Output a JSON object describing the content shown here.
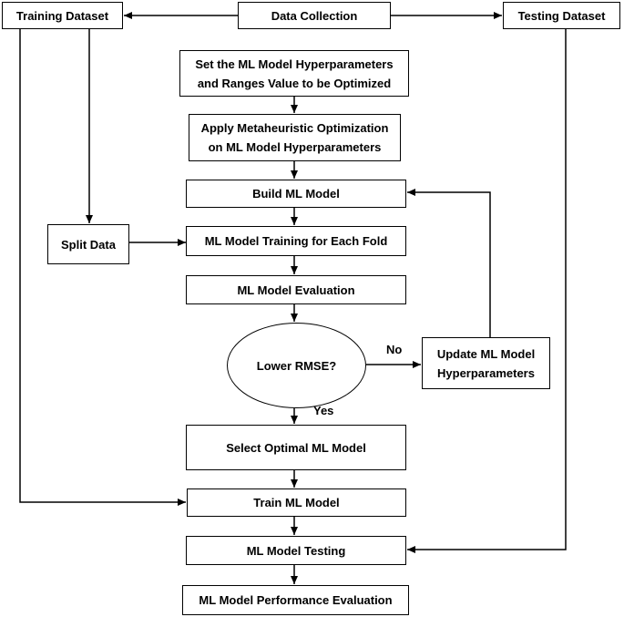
{
  "nodes": {
    "training_dataset": "Training Dataset",
    "data_collection": "Data Collection",
    "testing_dataset": "Testing Dataset",
    "set_hyperparameters": [
      "Set the ML Model Hyperparameters",
      "and Ranges Value to be Optimized"
    ],
    "apply_metaheuristic": [
      "Apply Metaheuristic Optimization",
      "on ML Model Hyperparameters"
    ],
    "build_model": "Build ML Model",
    "split_data": "Split Data",
    "training_each_fold": "ML Model Training for Each Fold",
    "model_evaluation": "ML Model Evaluation",
    "lower_rmse": "Lower RMSE?",
    "update_hyperparameters": [
      "Update ML Model",
      "Hyperparameters"
    ],
    "select_optimal": "Select Optimal ML Model",
    "train_model": "Train ML Model",
    "model_testing": "ML Model Testing",
    "performance_evaluation": "ML Model Performance Evaluation"
  },
  "edge_labels": {
    "no": "No",
    "yes": "Yes"
  }
}
